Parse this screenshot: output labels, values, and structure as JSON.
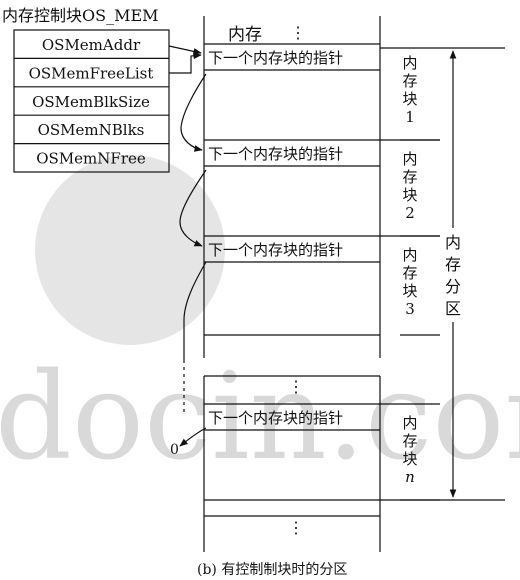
{
  "watermark": {
    "text": "docin.com",
    "color": "#c9c9c9"
  },
  "control_block": {
    "title": "内存控制块OS_MEM",
    "fields": [
      "OSMemAddr",
      "OSMemFreeList",
      "OSMemBlkSize",
      "OSMemNBlks",
      "OSMemNFree"
    ]
  },
  "memory": {
    "header": "内存",
    "ellipsis": "⋮",
    "pointer_label": "下一个内存块的指针",
    "blocks": [
      {
        "label_lines": [
          "内",
          "存",
          "块",
          "1"
        ]
      },
      {
        "label_lines": [
          "内",
          "存",
          "块",
          "2"
        ]
      },
      {
        "label_lines": [
          "内",
          "存",
          "块",
          "3"
        ]
      },
      {
        "label_lines": [
          "内",
          "存",
          "块",
          "n"
        ]
      }
    ],
    "partition_label_lines": [
      "内",
      "存",
      "分",
      "区"
    ],
    "null_label": "0"
  },
  "caption": "(b) 有控制制块时的分区"
}
